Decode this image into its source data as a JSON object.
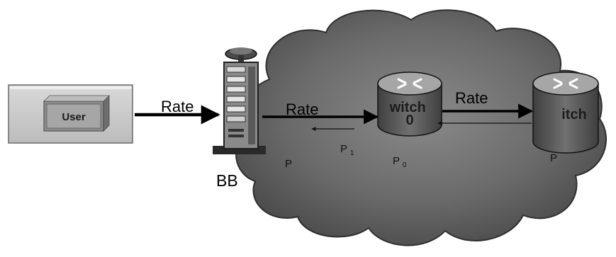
{
  "user": {
    "label": "User"
  },
  "broker": {
    "label": "BB"
  },
  "links": {
    "user_to_bb": "Rate",
    "bb_to_switch": "Rate",
    "switch_to_switch": "Rate"
  },
  "switches": {
    "first": "witch\n0",
    "second": "itch"
  },
  "prices": {
    "p_bb": "P",
    "p_1": "P",
    "p_1_sub": "1",
    "p_0": "P",
    "p_0_sub": "0",
    "p_far": "P"
  },
  "colors": {
    "cloud": "#6e6e6e",
    "cloud_dark": "#3a3a3a",
    "user_box": "#c9c9c9",
    "router_top": "#a8a8a8",
    "router_body": "#5c5c5c"
  }
}
